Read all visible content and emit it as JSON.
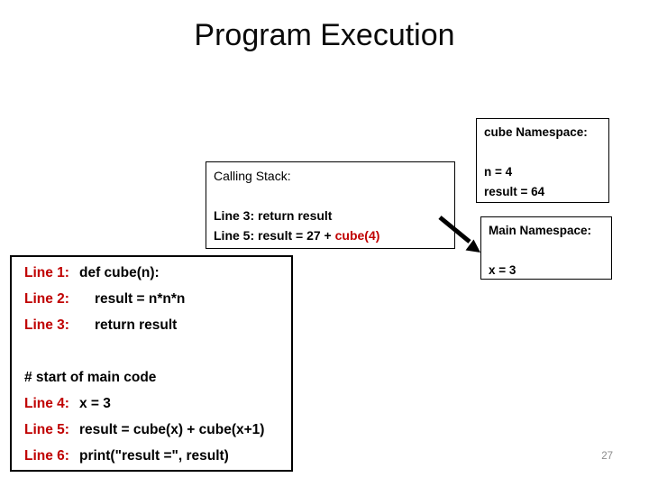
{
  "slide": {
    "title": "Program Execution",
    "page_number": "27"
  },
  "colors": {
    "accent_red": "#c00000",
    "text_black": "#000000",
    "page_number_gray": "#8c8c8c",
    "background": "#ffffff"
  },
  "icons": {
    "flow_arrow": "black-diagonal-arrow-pointing-down-right"
  },
  "calling_stack": {
    "header": "Calling Stack:",
    "frames": [
      {
        "text": "Line 3: return result"
      },
      {
        "prefix": "Line 5: result = 27 + ",
        "highlight": "cube(4)"
      }
    ]
  },
  "cube_namespace": {
    "header": "cube Namespace:",
    "vars": [
      "n = 4",
      "result = 64"
    ]
  },
  "main_namespace": {
    "header": "Main Namespace:",
    "vars": [
      "x = 3"
    ]
  },
  "code_box": {
    "comment": "# start of main code",
    "lines": [
      {
        "label": "Line 1:",
        "code": "def cube(n):"
      },
      {
        "label": "Line 2:",
        "code": "result = n*n*n"
      },
      {
        "label": "Line 3:",
        "code": "return result"
      },
      {
        "label": "Line 4:",
        "code": "x = 3"
      },
      {
        "label": "Line 5:",
        "code": "result = cube(x) + cube(x+1)"
      },
      {
        "label": "Line 6:",
        "code": "print(\"result =\", result)"
      }
    ]
  }
}
